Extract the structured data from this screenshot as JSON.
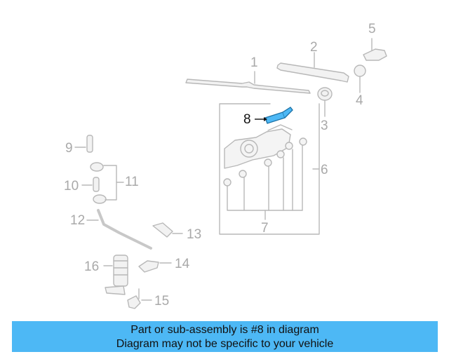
{
  "diagram": {
    "highlight_color": "#4db8f5",
    "part_color": "#c4c4c4",
    "line_color": "#a9a9a9",
    "callouts": {
      "c1": "1",
      "c2": "2",
      "c3": "3",
      "c4": "4",
      "c5": "5",
      "c6": "6",
      "c7": "7",
      "c8": "8",
      "c9": "9",
      "c10": "10",
      "c11": "11",
      "c12": "12",
      "c13": "13",
      "c14": "14",
      "c15": "15",
      "c16": "16"
    }
  },
  "banner": {
    "line1": "Part or sub-assembly is #8 in diagram",
    "line2": "Diagram may not be specific to your vehicle",
    "color": "#4db8f5"
  }
}
